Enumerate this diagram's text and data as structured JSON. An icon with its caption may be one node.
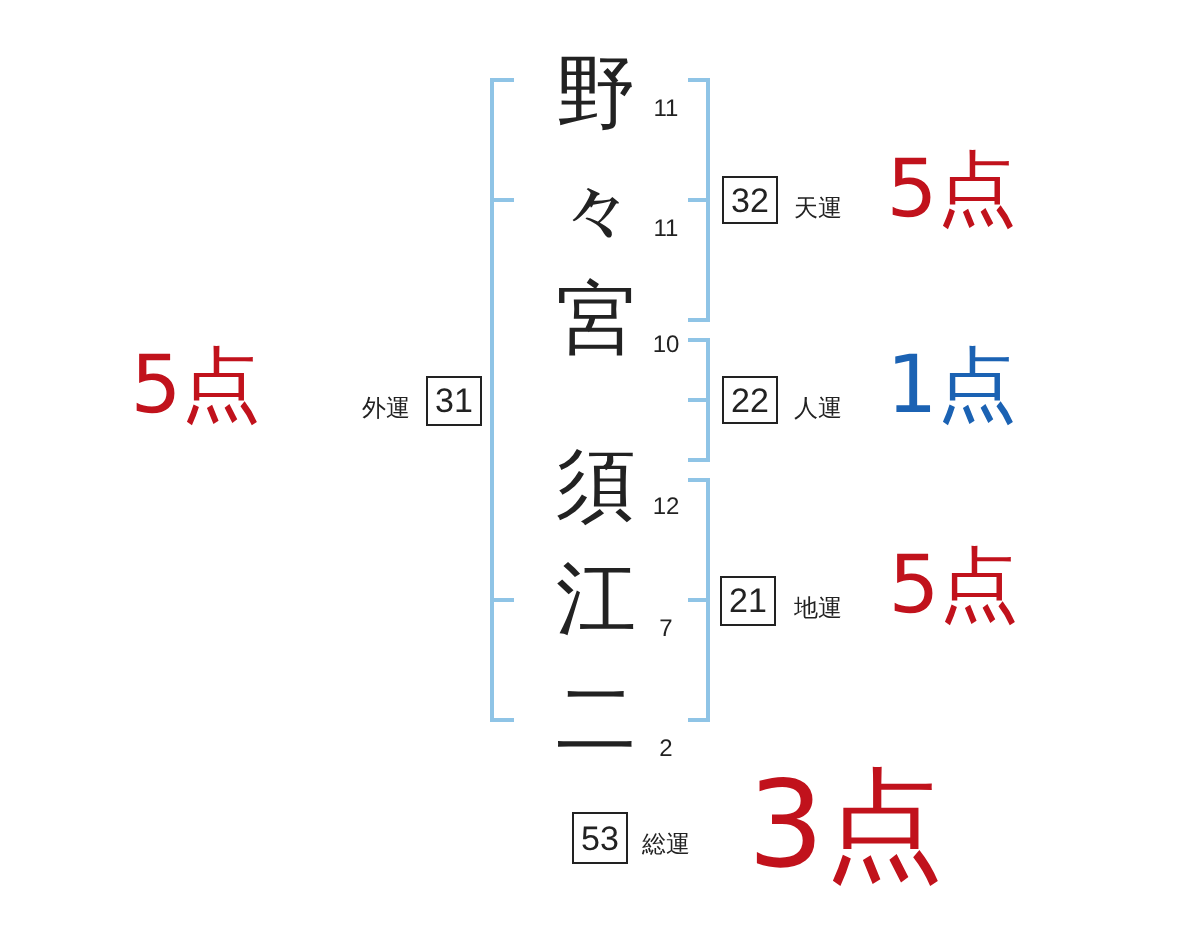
{
  "diagram": {
    "nodes": [
      {
        "text": [
          "32"
        ],
        "beside": [
          "天運",
          "5点"
        ]
      },
      {
        "text": [
          "31"
        ],
        "beside": [
          "5点",
          "外運"
        ]
      },
      {
        "text": [
          "22"
        ],
        "beside": [
          "人運",
          "1点"
        ]
      },
      {
        "text": [
          "21"
        ],
        "beside": [
          "地運",
          "5点"
        ]
      },
      {
        "text": [
          "53"
        ],
        "beside": [
          "総運",
          "3点"
        ]
      }
    ],
    "labels": [
      "野",
      "11",
      "々",
      "11",
      "宮",
      "10",
      "須",
      "12",
      "江",
      "7",
      "二",
      "2"
    ]
  }
}
